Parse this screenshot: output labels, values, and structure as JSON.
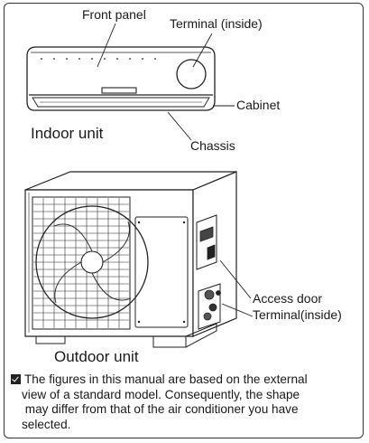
{
  "labels": {
    "front_panel": "Front panel",
    "terminal_inside_indoor": "Terminal (inside)",
    "cabinet": "Cabinet",
    "indoor_unit": "Indoor unit",
    "chassis": "Chassis",
    "access_door": "Access door",
    "terminal_inside_outdoor": "Terminal(inside)",
    "outdoor_unit": "Outdoor unit"
  },
  "note": {
    "icon": "checkbox-icon",
    "lines": [
      "The figures in this manual are based on the external",
      "view of a standard model. Consequently, the shape",
      " may differ from that of the air conditioner you have",
      "selected."
    ]
  }
}
